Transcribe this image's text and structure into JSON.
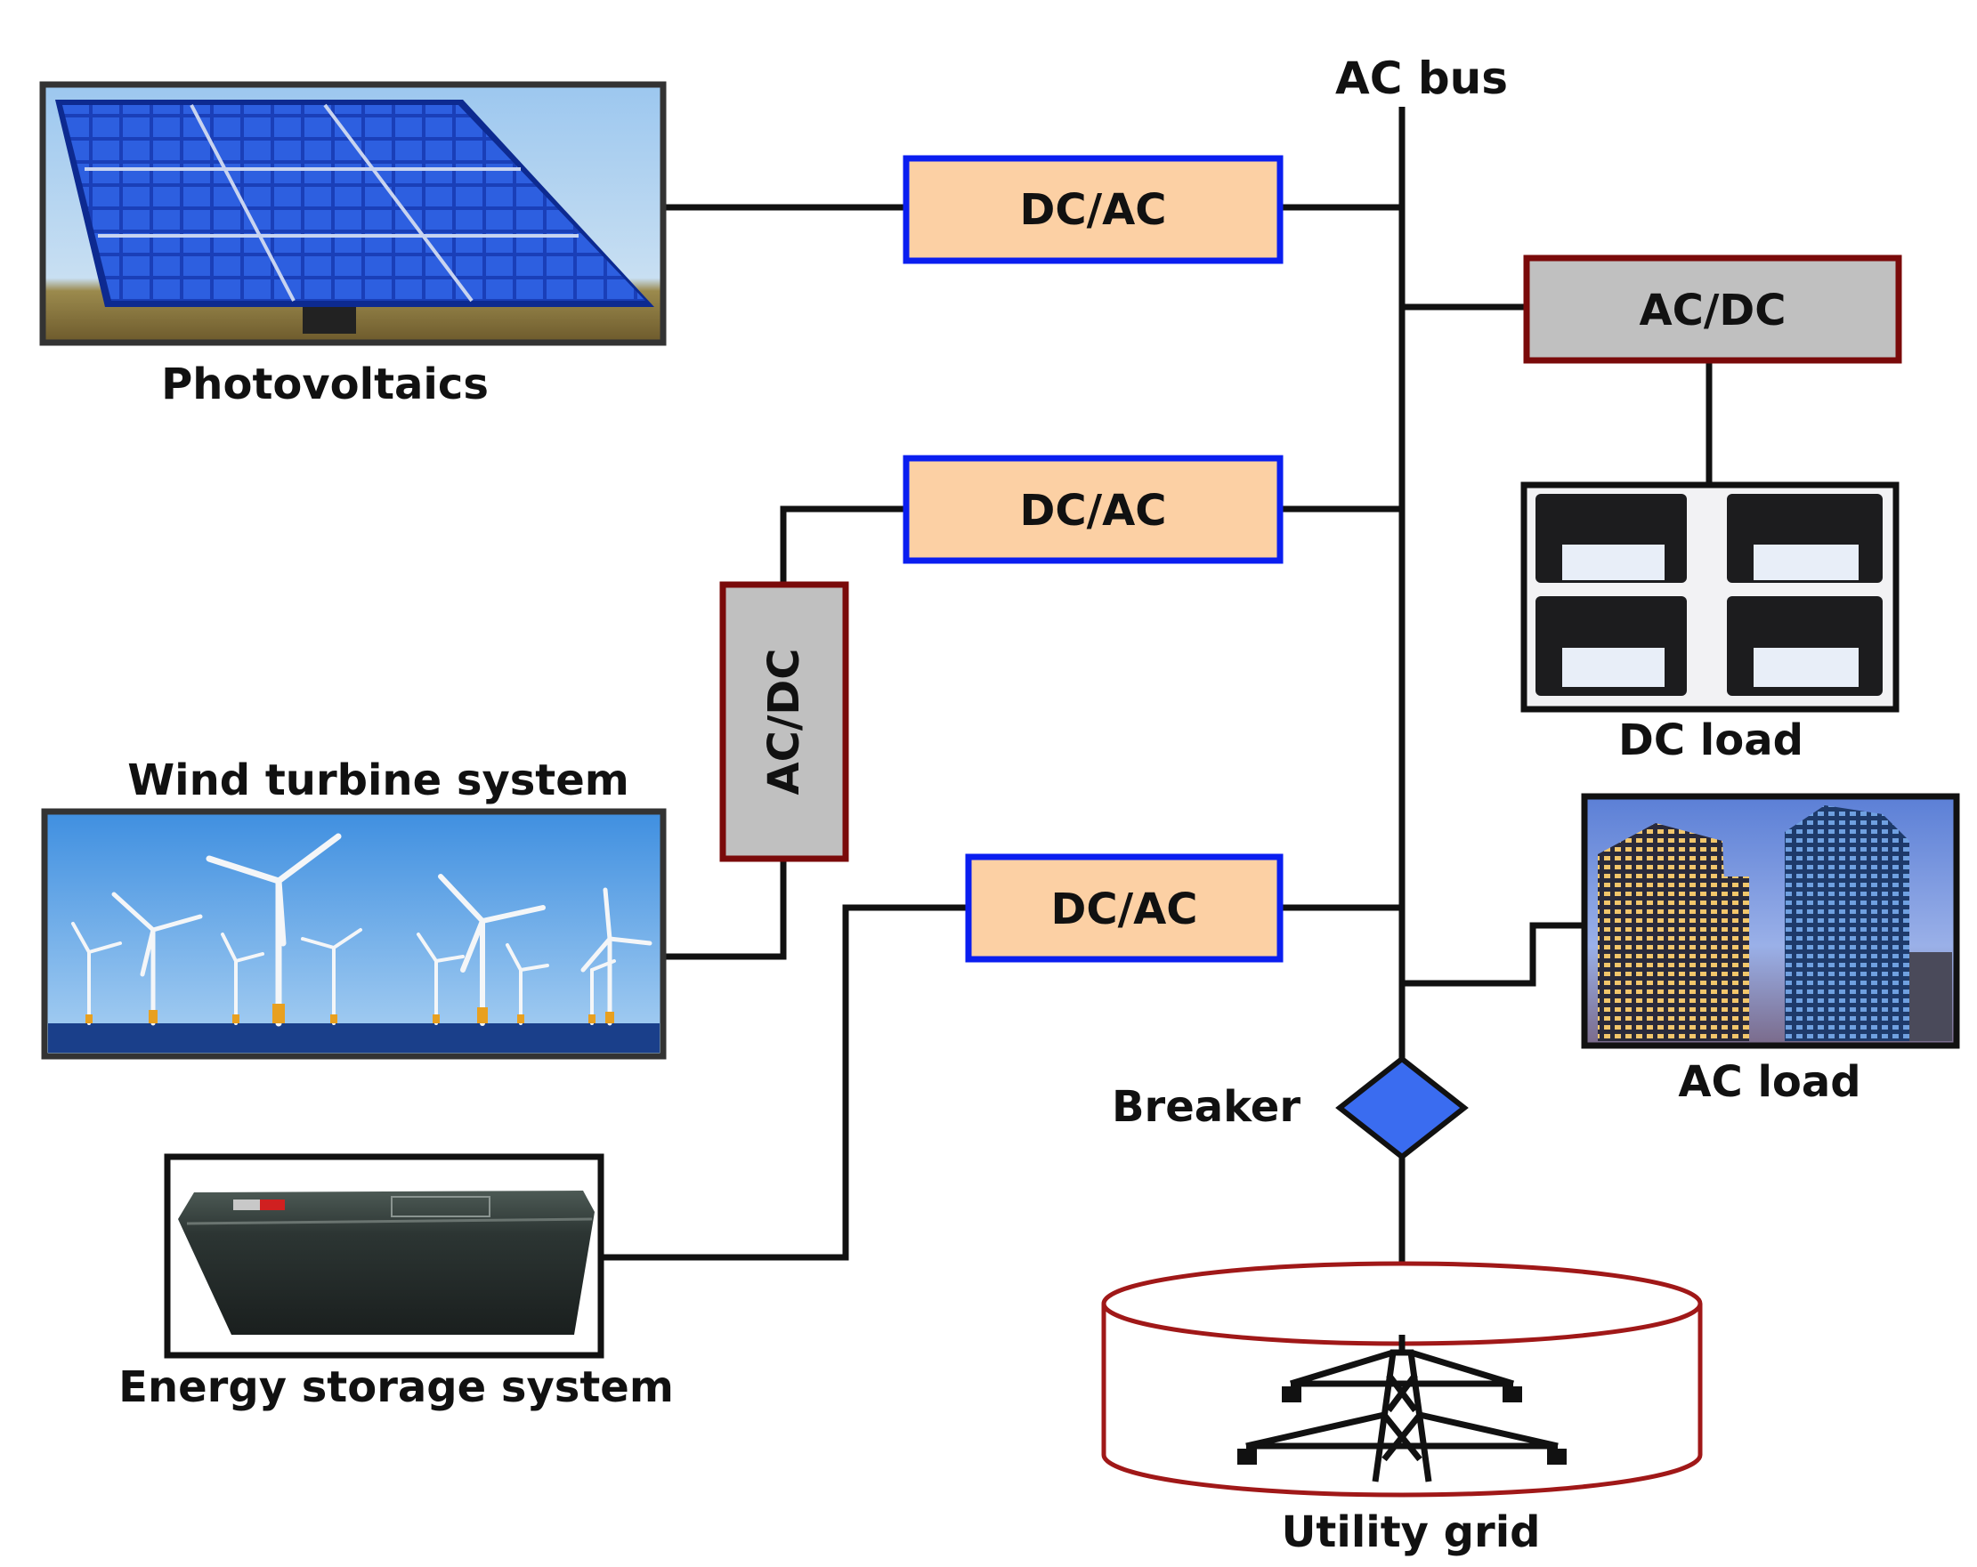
{
  "labels": {
    "ac_bus": "AC bus",
    "photovoltaics": "Photovoltaics",
    "wind": "Wind turbine system",
    "storage": "Energy storage system",
    "dc_load": "DC load",
    "ac_load": "AC load",
    "breaker": "Breaker",
    "utility_grid": "Utility grid"
  },
  "converters": {
    "pv": "DC/AC",
    "wind": "DC/AC",
    "storage": "DC/AC",
    "wind_rectifier": "AC/DC",
    "dc_load": "AC/DC"
  },
  "colors": {
    "dcac_fill": "#fcd0a4",
    "dcac_border": "#0a1ef0",
    "acdc_fill": "#c0c0c0",
    "acdc_border": "#7a0a0a",
    "breaker": "#3a6cf0",
    "wire": "#111111"
  },
  "icons": {
    "pv": "solar-panel-photo",
    "wind": "wind-farm-photo",
    "storage": "battery-photo",
    "dc_load": "solar-lights-photo",
    "ac_load": "buildings-photo",
    "grid": "transmission-tower-icon"
  }
}
